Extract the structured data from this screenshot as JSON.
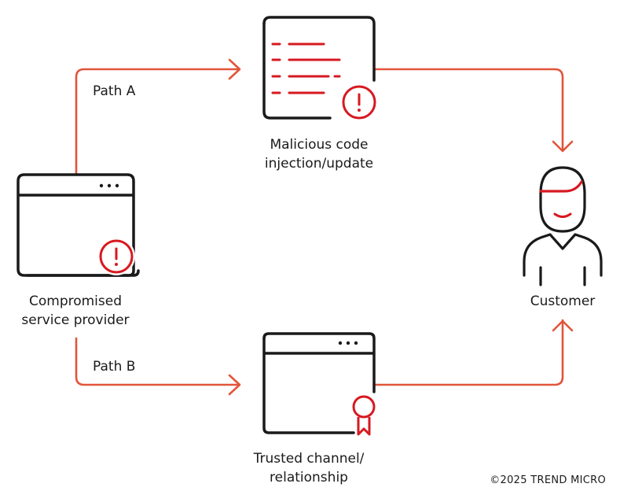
{
  "colors": {
    "ink": "#1a1a1a",
    "accent": "#d71920",
    "flow": "#e2553b"
  },
  "nodes": {
    "provider": {
      "label_line1": "Compromised",
      "label_line2": "service provider",
      "icon": "browser-window-alert-icon"
    },
    "malicious": {
      "label_line1": "Malicious code",
      "label_line2": "injection/update",
      "icon": "code-document-alert-icon"
    },
    "trusted": {
      "label_line1": "Trusted channel/",
      "label_line2": "relationship",
      "icon": "browser-window-certificate-icon"
    },
    "customer": {
      "label": "Customer",
      "icon": "person-icon"
    }
  },
  "paths": {
    "a": "Path A",
    "b": "Path B"
  },
  "footer": {
    "copyright": "©2025 TREND MICRO"
  }
}
